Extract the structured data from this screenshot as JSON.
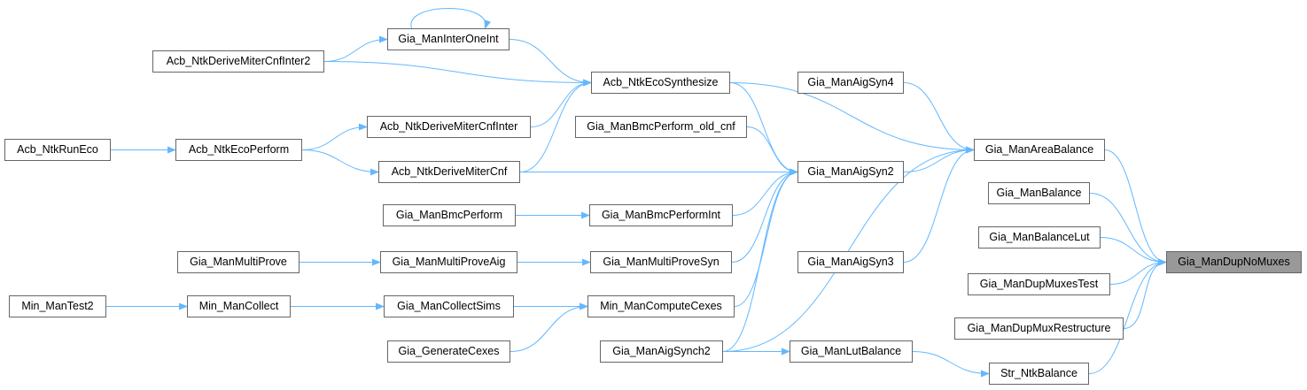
{
  "graph": {
    "focus_node": "Gia_ManDupNoMuxes",
    "edge_color": "#63b8ff",
    "node_border_color": "#666666",
    "focus_fill_color": "#999999",
    "nodes": [
      {
        "id": "n_interOne",
        "label": "Gia_ManInterOneInt"
      },
      {
        "id": "n_cnfInter2",
        "label": "Acb_NtkDeriveMiterCnfInter2"
      },
      {
        "id": "n_ecoSynth",
        "label": "Acb_NtkEcoSynthesize"
      },
      {
        "id": "n_aigSyn4",
        "label": "Gia_ManAigSyn4"
      },
      {
        "id": "n_cnfInter",
        "label": "Acb_NtkDeriveMiterCnfInter"
      },
      {
        "id": "n_bmcOld",
        "label": "Gia_ManBmcPerform_old_cnf"
      },
      {
        "id": "n_areaBal",
        "label": "Gia_ManAreaBalance"
      },
      {
        "id": "n_runEco",
        "label": "Acb_NtkRunEco"
      },
      {
        "id": "n_ecoPerf",
        "label": "Acb_NtkEcoPerform"
      },
      {
        "id": "n_cnf",
        "label": "Acb_NtkDeriveMiterCnf"
      },
      {
        "id": "n_aigSyn2",
        "label": "Gia_ManAigSyn2"
      },
      {
        "id": "n_balance",
        "label": "Gia_ManBalance"
      },
      {
        "id": "n_bmcPerf",
        "label": "Gia_ManBmcPerform"
      },
      {
        "id": "n_bmcInt",
        "label": "Gia_ManBmcPerformInt"
      },
      {
        "id": "n_balLut",
        "label": "Gia_ManBalanceLut"
      },
      {
        "id": "n_multiProve",
        "label": "Gia_ManMultiProve"
      },
      {
        "id": "n_multiAig",
        "label": "Gia_ManMultiProveAig"
      },
      {
        "id": "n_multiSyn",
        "label": "Gia_ManMultiProveSyn"
      },
      {
        "id": "n_aigSyn3",
        "label": "Gia_ManAigSyn3"
      },
      {
        "id": "n_dupNoMux",
        "label": "Gia_ManDupNoMuxes"
      },
      {
        "id": "n_dupMuxTest",
        "label": "Gia_ManDupMuxesTest"
      },
      {
        "id": "n_minTest2",
        "label": "Min_ManTest2"
      },
      {
        "id": "n_minCollect",
        "label": "Min_ManCollect"
      },
      {
        "id": "n_collectSims",
        "label": "Gia_ManCollectSims"
      },
      {
        "id": "n_computeCex",
        "label": "Min_ManComputeCexes"
      },
      {
        "id": "n_dupMuxRestr",
        "label": "Gia_ManDupMuxRestructure"
      },
      {
        "id": "n_genCex",
        "label": "Gia_GenerateCexes"
      },
      {
        "id": "n_aigSynch2",
        "label": "Gia_ManAigSynch2"
      },
      {
        "id": "n_lutBal",
        "label": "Gia_ManLutBalance"
      },
      {
        "id": "n_strBal",
        "label": "Str_NtkBalance"
      }
    ],
    "edges": [
      [
        "n_interOne",
        "n_interOne"
      ],
      [
        "n_cnfInter2",
        "n_interOne"
      ],
      [
        "n_cnfInter2",
        "n_ecoSynth"
      ],
      [
        "n_interOne",
        "n_ecoSynth"
      ],
      [
        "n_cnfInter",
        "n_ecoSynth"
      ],
      [
        "n_cnf",
        "n_ecoSynth"
      ],
      [
        "n_runEco",
        "n_ecoPerf"
      ],
      [
        "n_ecoPerf",
        "n_cnfInter"
      ],
      [
        "n_ecoPerf",
        "n_cnf"
      ],
      [
        "n_ecoSynth",
        "n_aigSyn2"
      ],
      [
        "n_bmcOld",
        "n_aigSyn2"
      ],
      [
        "n_cnf",
        "n_aigSyn2"
      ],
      [
        "n_bmcInt",
        "n_aigSyn2"
      ],
      [
        "n_multiSyn",
        "n_aigSyn2"
      ],
      [
        "n_computeCex",
        "n_aigSyn2"
      ],
      [
        "n_aigSynch2",
        "n_aigSyn2"
      ],
      [
        "n_bmcPerf",
        "n_bmcInt"
      ],
      [
        "n_multiProve",
        "n_multiAig"
      ],
      [
        "n_multiAig",
        "n_multiSyn"
      ],
      [
        "n_minTest2",
        "n_minCollect"
      ],
      [
        "n_minCollect",
        "n_collectSims"
      ],
      [
        "n_collectSims",
        "n_computeCex"
      ],
      [
        "n_genCex",
        "n_computeCex"
      ],
      [
        "n_ecoSynth",
        "n_areaBal"
      ],
      [
        "n_aigSyn4",
        "n_areaBal"
      ],
      [
        "n_aigSyn2",
        "n_areaBal"
      ],
      [
        "n_aigSyn3",
        "n_areaBal"
      ],
      [
        "n_aigSynch2",
        "n_areaBal"
      ],
      [
        "n_aigSynch2",
        "n_lutBal"
      ],
      [
        "n_lutBal",
        "n_strBal"
      ],
      [
        "n_areaBal",
        "n_dupNoMux"
      ],
      [
        "n_balance",
        "n_dupNoMux"
      ],
      [
        "n_balLut",
        "n_dupNoMux"
      ],
      [
        "n_dupMuxTest",
        "n_dupNoMux"
      ],
      [
        "n_dupMuxRestr",
        "n_dupNoMux"
      ],
      [
        "n_strBal",
        "n_dupNoMux"
      ]
    ]
  }
}
